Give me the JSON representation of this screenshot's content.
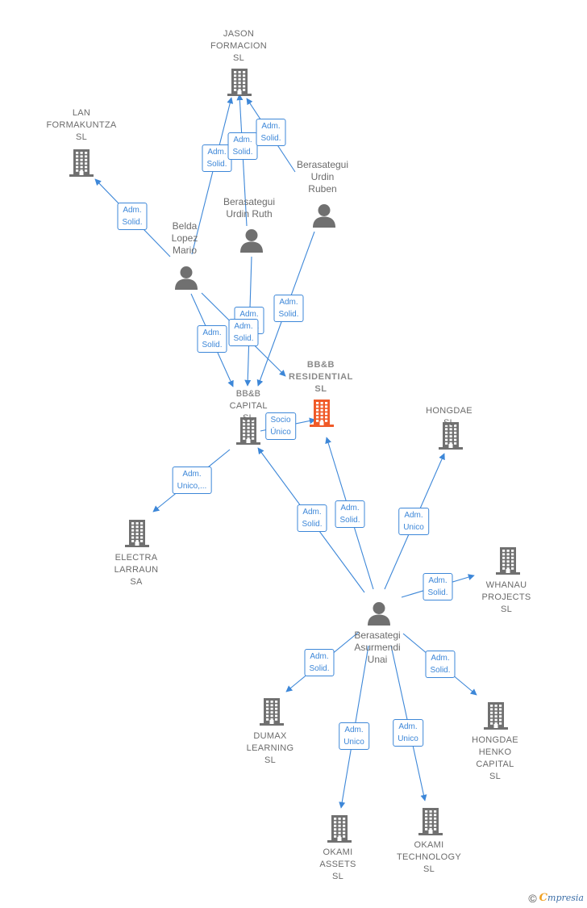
{
  "colors": {
    "edge": "#3d87d8",
    "node": "#707070",
    "focus": "#f05a28"
  },
  "icons": {
    "company": "building-icon",
    "person": "person-icon"
  },
  "nodes": [
    {
      "id": "jason",
      "kind": "company",
      "label": "JASON\nFORMACION\nSL"
    },
    {
      "id": "lan",
      "kind": "company",
      "label": "LAN\nFORMAKUNTZA\nSL"
    },
    {
      "id": "ruben",
      "kind": "person",
      "label": "Berasategui\nUrdin\nRuben"
    },
    {
      "id": "ruth",
      "kind": "person",
      "label": "Berasategui\nUrdin Ruth"
    },
    {
      "id": "mario",
      "kind": "person",
      "label": "Belda\nLopez\nMario"
    },
    {
      "id": "bbres",
      "kind": "company",
      "focus": true,
      "label": "BB&B\nRESIDENTIAL\nSL"
    },
    {
      "id": "bbcap",
      "kind": "company",
      "label": "BB&B\nCAPITAL SL"
    },
    {
      "id": "hongdae",
      "kind": "company",
      "label": "HONGDAE SL"
    },
    {
      "id": "electra",
      "kind": "company",
      "label": "ELECTRA\nLARRAUN SA"
    },
    {
      "id": "whanau",
      "kind": "company",
      "label": "WHANAU\nPROJECTS SL"
    },
    {
      "id": "unai",
      "kind": "person",
      "label": "Berasategi\nAsurmendi\nUnai"
    },
    {
      "id": "dumax",
      "kind": "company",
      "label": "DUMAX\nLEARNING SL"
    },
    {
      "id": "henko",
      "kind": "company",
      "label": "HONGDAE\nHENKO\nCAPITAL SL"
    },
    {
      "id": "okassets",
      "kind": "company",
      "label": "OKAMI\nASSETS SL"
    },
    {
      "id": "oktech",
      "kind": "company",
      "label": "OKAMI\nTECHNOLOGY\nSL"
    }
  ],
  "edges": [
    {
      "from": "mario",
      "to": "jason",
      "label": "Adm.\nSolid."
    },
    {
      "from": "ruth",
      "to": "jason",
      "label": "Adm.\nSolid."
    },
    {
      "from": "ruben",
      "to": "jason",
      "label": "Adm.\nSolid."
    },
    {
      "from": "mario",
      "to": "lan",
      "label": "Adm.\nSolid."
    },
    {
      "from": "ruth",
      "to": "bbcap",
      "label": "Adm.\nSolid."
    },
    {
      "from": "mario",
      "to": "bbcap",
      "label": "Adm.\nSolid."
    },
    {
      "from": "mario",
      "to": "bbres",
      "label": "Adm.\nSolid."
    },
    {
      "from": "ruben",
      "to": "bbcap",
      "label": "Adm.\nSolid."
    },
    {
      "from": "bbcap",
      "to": "bbres",
      "label": "Socio\nÚnico"
    },
    {
      "from": "bbcap",
      "to": "electra",
      "label": "Adm.\nUnico,..."
    },
    {
      "from": "unai",
      "to": "bbcap",
      "label": "Adm.\nSolid."
    },
    {
      "from": "unai",
      "to": "bbres",
      "label": "Adm.\nSolid."
    },
    {
      "from": "unai",
      "to": "hongdae",
      "label": "Adm.\nUnico"
    },
    {
      "from": "unai",
      "to": "whanau",
      "label": "Adm.\nSolid."
    },
    {
      "from": "unai",
      "to": "dumax",
      "label": "Adm.\nSolid."
    },
    {
      "from": "unai",
      "to": "henko",
      "label": "Adm.\nSolid."
    },
    {
      "from": "unai",
      "to": "okassets",
      "label": "Adm.\nUnico"
    },
    {
      "from": "unai",
      "to": "oktech",
      "label": "Adm.\nUnico"
    }
  ],
  "footer": {
    "copyright": "©",
    "brand_initial": "C",
    "brand_rest": "mpresia"
  }
}
